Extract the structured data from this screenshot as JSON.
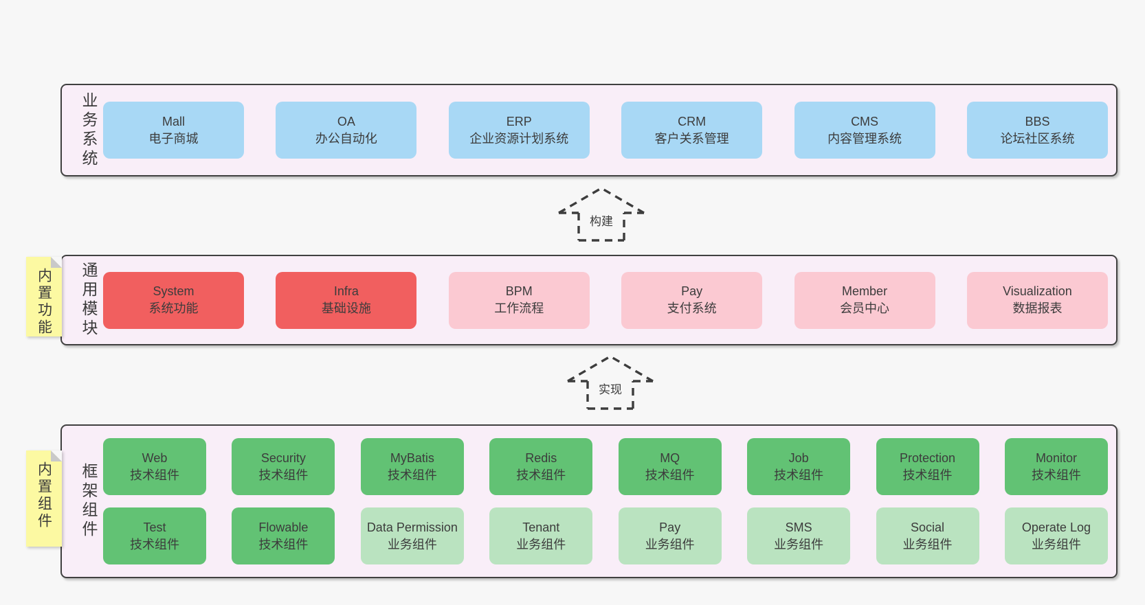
{
  "bands": {
    "business": {
      "label": "业务系统",
      "boxes": [
        {
          "name": "Mall",
          "desc": "电子商城"
        },
        {
          "name": "OA",
          "desc": "办公自动化"
        },
        {
          "name": "ERP",
          "desc": "企业资源计划系统"
        },
        {
          "name": "CRM",
          "desc": "客户关系管理"
        },
        {
          "name": "CMS",
          "desc": "内容管理系统"
        },
        {
          "name": "BBS",
          "desc": "论坛社区系统"
        }
      ]
    },
    "modules": {
      "label": "通用模块",
      "sticky": "内置功能",
      "boxes": [
        {
          "name": "System",
          "desc": "系统功能",
          "variant": "red"
        },
        {
          "name": "Infra",
          "desc": "基础设施",
          "variant": "red"
        },
        {
          "name": "BPM",
          "desc": "工作流程",
          "variant": "pink"
        },
        {
          "name": "Pay",
          "desc": "支付系统",
          "variant": "pink"
        },
        {
          "name": "Member",
          "desc": "会员中心",
          "variant": "pink"
        },
        {
          "name": "Visualization",
          "desc": "数据报表",
          "variant": "pink"
        }
      ]
    },
    "components": {
      "label": "框架组件",
      "sticky": "内置组件",
      "row1": [
        {
          "name": "Web",
          "desc": "技术组件",
          "variant": "green"
        },
        {
          "name": "Security",
          "desc": "技术组件",
          "variant": "green"
        },
        {
          "name": "MyBatis",
          "desc": "技术组件",
          "variant": "green"
        },
        {
          "name": "Redis",
          "desc": "技术组件",
          "variant": "green"
        },
        {
          "name": "MQ",
          "desc": "技术组件",
          "variant": "green"
        },
        {
          "name": "Job",
          "desc": "技术组件",
          "variant": "green"
        },
        {
          "name": "Protection",
          "desc": "技术组件",
          "variant": "green"
        },
        {
          "name": "Monitor",
          "desc": "技术组件",
          "variant": "green"
        }
      ],
      "row2": [
        {
          "name": "Test",
          "desc": "技术组件",
          "variant": "green"
        },
        {
          "name": "Flowable",
          "desc": "技术组件",
          "variant": "green"
        },
        {
          "name": "Data Permission",
          "desc": "业务组件",
          "variant": "lightgreen"
        },
        {
          "name": "Tenant",
          "desc": "业务组件",
          "variant": "lightgreen"
        },
        {
          "name": "Pay",
          "desc": "业务组件",
          "variant": "lightgreen"
        },
        {
          "name": "SMS",
          "desc": "业务组件",
          "variant": "lightgreen"
        },
        {
          "name": "Social",
          "desc": "业务组件",
          "variant": "lightgreen"
        },
        {
          "name": "Operate Log",
          "desc": "业务组件",
          "variant": "lightgreen"
        }
      ]
    }
  },
  "arrows": [
    {
      "label": "构建"
    },
    {
      "label": "实现"
    }
  ],
  "colors": {
    "page_bg": "#f7f7f7",
    "band_bg": "#f9eef8",
    "band_border": "#404040",
    "box_blue": "#a8d8f5",
    "box_red": "#f15f5f",
    "box_pink": "#fbc9d2",
    "box_green": "#62c274",
    "box_light_green": "#bae3c0",
    "sticky_yellow": "#fcf9a2",
    "sticky_fold": "#c9c9c9",
    "text": "#3c3c3c",
    "arrow": "#3d3d3d"
  }
}
